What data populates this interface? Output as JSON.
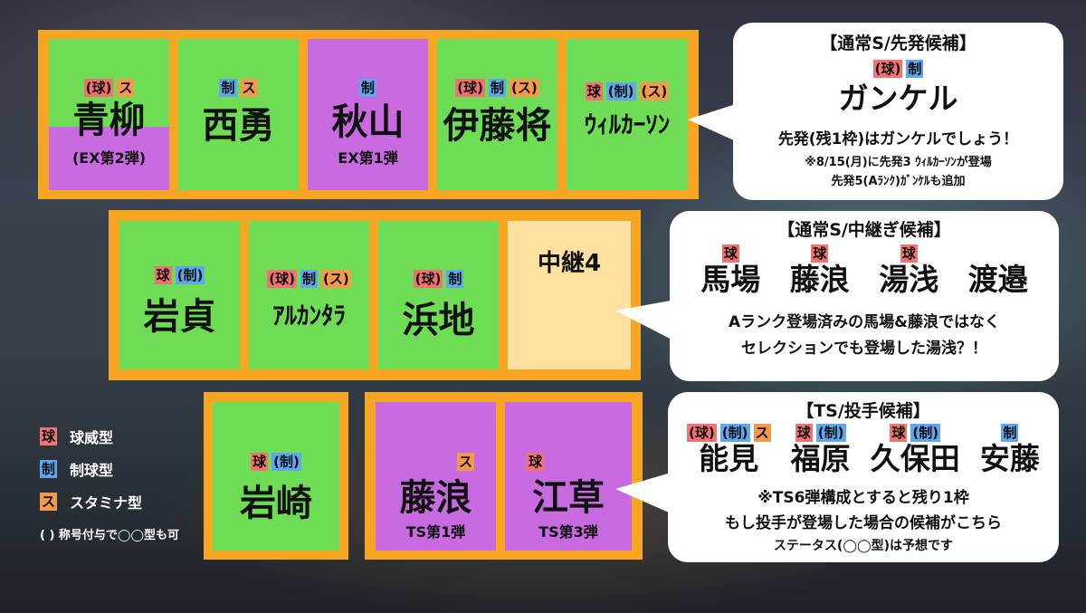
{
  "starter_group": {
    "slots": [
      {
        "tags": [
          {
            "text": "(球)",
            "type": "r"
          },
          {
            "text": "ス",
            "type": "o"
          }
        ],
        "name": "青柳",
        "note": "(EX第2弾)"
      },
      {
        "tags": [
          {
            "text": "制",
            "type": "b"
          },
          {
            "text": "ス",
            "type": "o"
          }
        ],
        "name": "西勇",
        "note": ""
      },
      {
        "tags": [
          {
            "text": "制",
            "type": "b"
          }
        ],
        "name": "秋山",
        "note": "EX第1弾"
      },
      {
        "tags": [
          {
            "text": "(球)",
            "type": "r"
          },
          {
            "text": "制",
            "type": "b"
          },
          {
            "text": "(ス)",
            "type": "o"
          }
        ],
        "name": "伊藤将",
        "note": ""
      },
      {
        "tags": [
          {
            "text": "球",
            "type": "r"
          },
          {
            "text": "(制)",
            "type": "b"
          },
          {
            "text": "(ス)",
            "type": "o"
          }
        ],
        "name": "ｳｨﾙｶｰｿﾝ",
        "note": ""
      }
    ]
  },
  "reliever_group": {
    "slots": [
      {
        "tags": [
          {
            "text": "球",
            "type": "r"
          },
          {
            "text": "(制)",
            "type": "b"
          }
        ],
        "name": "岩貞"
      },
      {
        "tags": [
          {
            "text": "(球)",
            "type": "r"
          },
          {
            "text": "制",
            "type": "b"
          },
          {
            "text": "(ス)",
            "type": "o"
          }
        ],
        "name": "ｱﾙｶﾝﾀﾗ"
      },
      {
        "tags": [
          {
            "text": "(球)",
            "type": "r"
          },
          {
            "text": "制",
            "type": "b"
          }
        ],
        "name": "浜地"
      },
      {
        "tags": [],
        "name": "中継4"
      }
    ]
  },
  "closer_group": {
    "slot": {
      "tags": [
        {
          "text": "球",
          "type": "r"
        },
        {
          "text": "(制)",
          "type": "b"
        }
      ],
      "name": "岩崎"
    }
  },
  "ts_group": {
    "slots": [
      {
        "tags": [
          {
            "text": "ス",
            "type": "o"
          }
        ],
        "name": "藤浪",
        "note": "TS第1弾"
      },
      {
        "tags": [
          {
            "text": "球",
            "type": "r"
          }
        ],
        "name": "江草",
        "note": "TS第3弾"
      }
    ]
  },
  "bubble_starter": {
    "title": "【通常S/先発候補】",
    "tags": [
      {
        "text": "(球)",
        "type": "r"
      },
      {
        "text": "制",
        "type": "b"
      }
    ],
    "candidate": "ガンケル",
    "text1": "先発(残1枠)はガンケルでしょう！",
    "text2": "※8/15(月)に先発3 ｳｨﾙｶｰｿﾝが登場",
    "text3": "先発5(Aﾗﾝｸ)ｶﾞﾝｹﾙも追加"
  },
  "bubble_reliever": {
    "title": "【通常S/中継ぎ候補】",
    "candidates": [
      {
        "tags": [
          {
            "text": "球",
            "type": "r"
          }
        ],
        "name": "馬場"
      },
      {
        "tags": [
          {
            "text": "球",
            "type": "r"
          }
        ],
        "name": "藤浪"
      },
      {
        "tags": [
          {
            "text": "球",
            "type": "r"
          }
        ],
        "name": "湯浅"
      },
      {
        "tags": [],
        "name": "渡邉"
      }
    ],
    "text1": "Aランク登場済みの馬場&藤浪ではなく",
    "text2": "セレクションでも登場した湯浅？！"
  },
  "bubble_ts": {
    "title": "【TS/投手候補】",
    "candidates": [
      {
        "tags": [
          {
            "text": "(球)",
            "type": "r"
          },
          {
            "text": "(制)",
            "type": "b"
          },
          {
            "text": "ス",
            "type": "o"
          }
        ],
        "name": "能見"
      },
      {
        "tags": [
          {
            "text": "球",
            "type": "r"
          },
          {
            "text": "(制)",
            "type": "b"
          }
        ],
        "name": "福原"
      },
      {
        "tags": [
          {
            "text": "球",
            "type": "r"
          },
          {
            "text": "(制)",
            "type": "b"
          }
        ],
        "name": "久保田"
      },
      {
        "tags": [
          {
            "text": "制",
            "type": "b"
          }
        ],
        "name": "安藤"
      }
    ],
    "text1": "※TS6弾構成とすると残り1枠",
    "text2": "もし投手が登場した場合の候補がこちら",
    "text3": "ステータス(◯◯型)は予想です"
  },
  "legend": {
    "items": [
      {
        "tag": "球",
        "type": "r",
        "label": "球威型"
      },
      {
        "tag": "制",
        "type": "b",
        "label": "制球型"
      },
      {
        "tag": "ス",
        "type": "o",
        "label": "スタミナ型"
      }
    ],
    "footnote": "( ) 称号付与で◯◯型も可"
  },
  "colors": {
    "frame_orange": "#f6a623",
    "slot_green": "#6fdc55",
    "slot_purple": "#c86be0",
    "slot_empty": "#fde0a0",
    "tag_red": "#f27272",
    "tag_blue": "#5fa8ee",
    "tag_orange": "#f4994b"
  }
}
